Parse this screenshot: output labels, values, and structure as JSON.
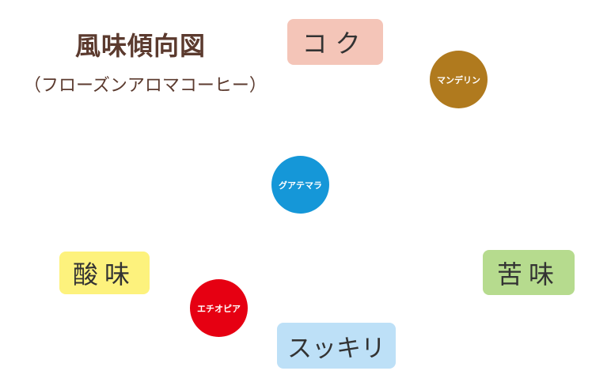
{
  "header": {
    "title": "風味傾向図",
    "subtitle": "（フローズンアロマコーヒー）"
  },
  "axes": {
    "top": "コク",
    "bottom": "スッキリ",
    "left": "酸味",
    "right": "苦味"
  },
  "colors": {
    "title_text": "#5b3a2e",
    "top_box": "#f4c5b8",
    "bottom_box": "#bde0f7",
    "left_box": "#fdf27d",
    "right_box": "#b6db8e",
    "vertical_line_top": "#b33a2a",
    "vertical_line_bottom": "#9fd1e2",
    "horizontal_line_left": "#e2b21a",
    "horizontal_line_right": "#4daa4d"
  },
  "beans": [
    {
      "name": "マンデリン",
      "color": "#b07a1e"
    },
    {
      "name": "グアテマラ",
      "color": "#1597d8"
    },
    {
      "name": "エチオピア",
      "color": "#e60012"
    }
  ]
}
